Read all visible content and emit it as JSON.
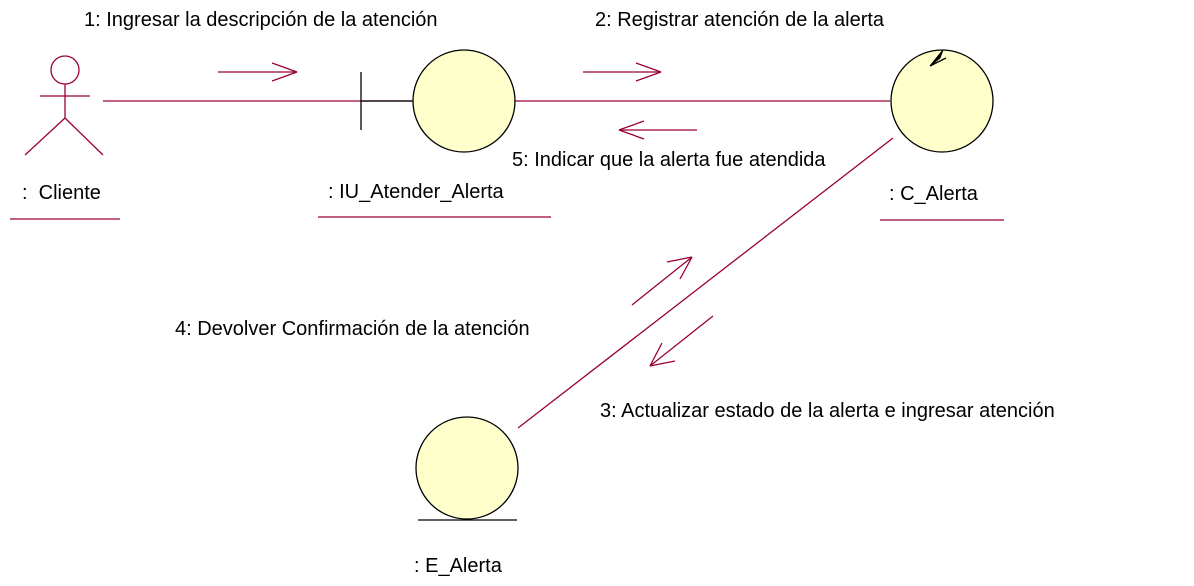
{
  "diagram": {
    "type": "collaboration-diagram",
    "colors": {
      "line": "#990033",
      "fill": "#ffffcc",
      "stroke": "#000000"
    },
    "objects": {
      "actor": {
        "label": ":  Cliente",
        "kind": "actor"
      },
      "boundary": {
        "label": ": IU_Atender_Alerta",
        "kind": "boundary"
      },
      "control": {
        "label": ": C_Alerta",
        "kind": "control"
      },
      "entity": {
        "label": ": E_Alerta",
        "kind": "entity"
      }
    },
    "messages": {
      "m1": {
        "label": "1: Ingresar la descripción de la atención",
        "from": "actor",
        "to": "boundary"
      },
      "m2": {
        "label": "2: Registrar atención de la alerta",
        "from": "boundary",
        "to": "control"
      },
      "m3": {
        "label": "3: Actualizar estado de la alerta e ingresar atención",
        "from": "control",
        "to": "entity"
      },
      "m4": {
        "label": "4: Devolver Confirmación de la atención",
        "from": "entity",
        "to": "control"
      },
      "m5": {
        "label": "5: Indicar que la alerta fue atendida",
        "from": "control",
        "to": "boundary"
      }
    }
  }
}
